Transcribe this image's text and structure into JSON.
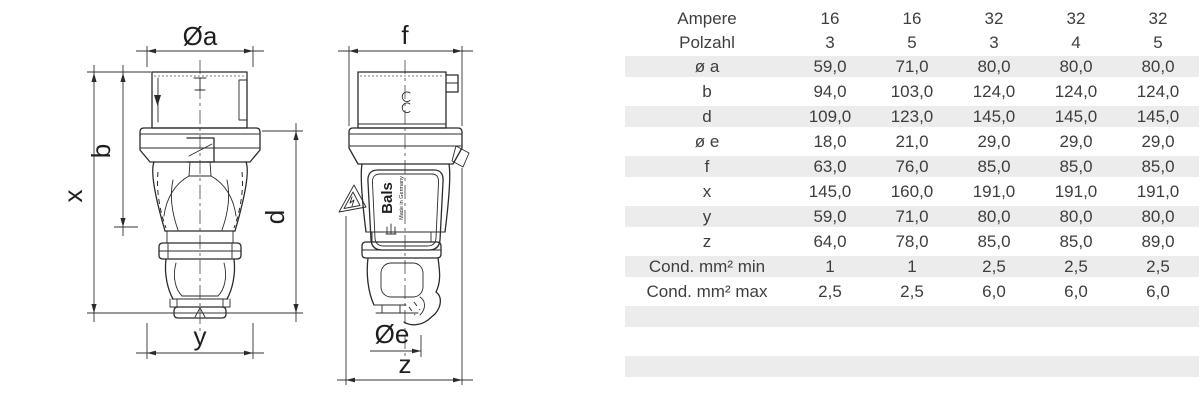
{
  "colors": {
    "stripe": "#ececec",
    "table_text": "#3e3e3e",
    "drawing_line": "#2b2b2b"
  },
  "drawing": {
    "labels": {
      "dia_a": "Øa",
      "b": "b",
      "x": "x",
      "d": "d",
      "y": "y",
      "f": "f",
      "dia_e": "Øe",
      "z": "z"
    },
    "brand": {
      "logo": "Bals",
      "made_in": "Made in Germany"
    }
  },
  "table": {
    "header_rows": [
      {
        "label": "Ampere",
        "values": [
          "16",
          "16",
          "32",
          "32",
          "32"
        ]
      },
      {
        "label": "Polzahl",
        "values": [
          "3",
          "5",
          "3",
          "4",
          "5"
        ]
      }
    ],
    "rows": [
      {
        "label": "ø a",
        "values": [
          "59,0",
          "71,0",
          "80,0",
          "80,0",
          "80,0"
        ],
        "shaded": true
      },
      {
        "label": "b",
        "values": [
          "94,0",
          "103,0",
          "124,0",
          "124,0",
          "124,0"
        ],
        "shaded": false
      },
      {
        "label": "d",
        "values": [
          "109,0",
          "123,0",
          "145,0",
          "145,0",
          "145,0"
        ],
        "shaded": true
      },
      {
        "label": "ø e",
        "values": [
          "18,0",
          "21,0",
          "29,0",
          "29,0",
          "29,0"
        ],
        "shaded": false
      },
      {
        "label": "f",
        "values": [
          "63,0",
          "76,0",
          "85,0",
          "85,0",
          "85,0"
        ],
        "shaded": true
      },
      {
        "label": "x",
        "values": [
          "145,0",
          "160,0",
          "191,0",
          "191,0",
          "191,0"
        ],
        "shaded": false
      },
      {
        "label": "y",
        "values": [
          "59,0",
          "71,0",
          "80,0",
          "80,0",
          "80,0"
        ],
        "shaded": true
      },
      {
        "label": "z",
        "values": [
          "64,0",
          "78,0",
          "85,0",
          "85,0",
          "89,0"
        ],
        "shaded": false
      },
      {
        "label": "Cond. mm² min",
        "values": [
          "1",
          "1",
          "2,5",
          "2,5",
          "2,5"
        ],
        "shaded": true
      },
      {
        "label": "Cond. mm² max",
        "values": [
          "2,5",
          "2,5",
          "6,0",
          "6,0",
          "6,0"
        ],
        "shaded": false
      }
    ],
    "empty_rows": 4
  }
}
